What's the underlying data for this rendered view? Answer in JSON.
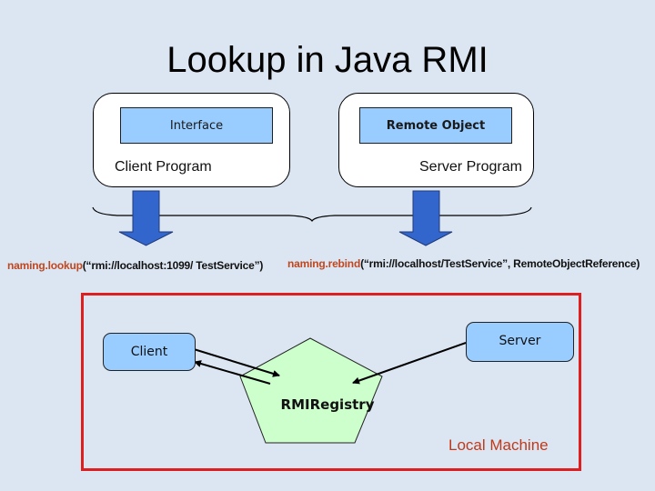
{
  "title": "Lookup in Java RMI",
  "client_program": {
    "inner_box_label": "Interface",
    "label": "Client Program"
  },
  "server_program": {
    "inner_box_label": "Remote Object",
    "label": "Server Program"
  },
  "client_call": {
    "function": "naming.lookup",
    "args": "(“rmi://localhost:1099/ TestService”)"
  },
  "server_call": {
    "function": "naming.rebind",
    "args": "(“rmi://localhost/TestService”, RemoteObjectReference)"
  },
  "local_machine": {
    "label": "Local Machine",
    "client_node": "Client",
    "server_node": "Server",
    "registry_node": "RMIRegistry"
  },
  "colors": {
    "background": "#dce6f2",
    "box_blue": "#99ccff",
    "arrow_blue": "#3366cc",
    "registry_green": "#ccffcc",
    "frame_red": "#dd1f1f",
    "function_orange": "#c0471f"
  }
}
